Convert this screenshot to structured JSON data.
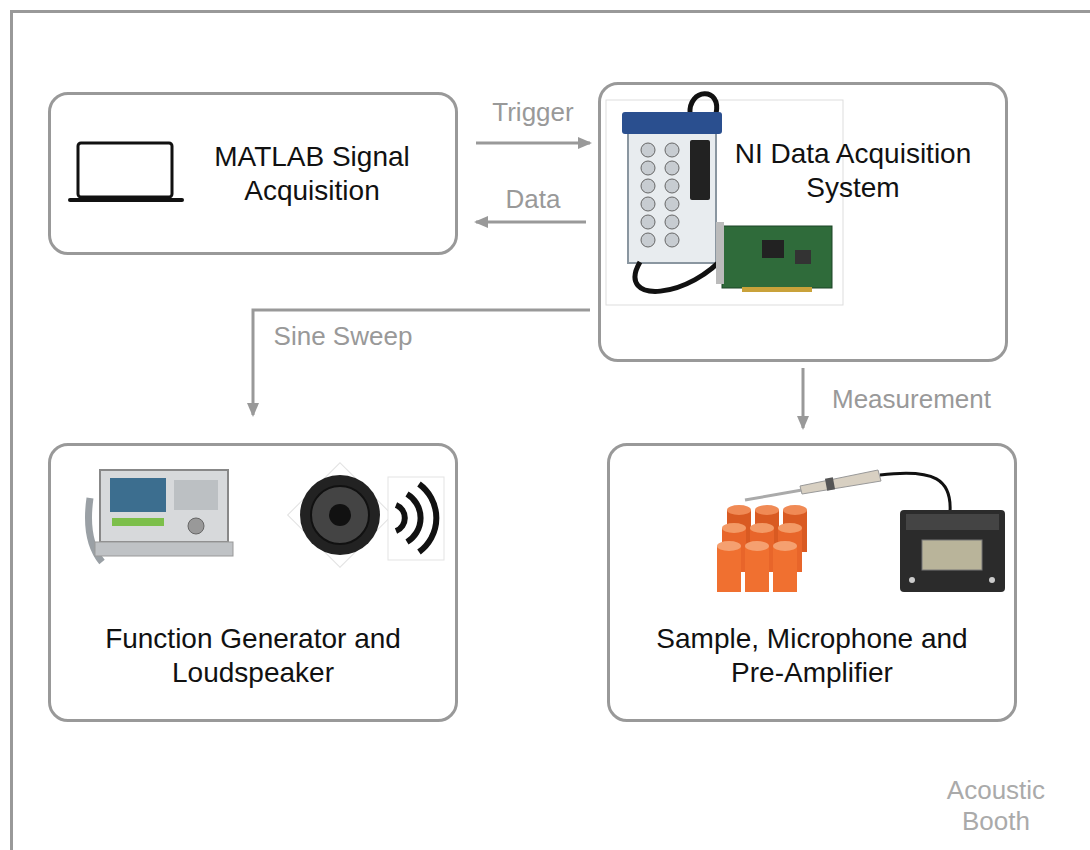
{
  "diagram": {
    "nodes": [
      {
        "text": [
          "Acoustic Booth"
        ]
      },
      {
        "text": [
          "MATLAB Signal Acquisition"
        ],
        "in": 0
      },
      {
        "text": [
          "NI Data Acquisition System"
        ],
        "in": 0
      },
      {
        "text": [
          "Function Generator and Loudspeaker"
        ],
        "in": 0
      },
      {
        "text": [
          "Sample, Microphone and Pre-Amplifier"
        ],
        "in": 0
      }
    ],
    "edges": [
      {
        "from": 1,
        "to": 2,
        "label": "Trigger",
        "arrow": "to"
      },
      {
        "from": 2,
        "to": 1,
        "label": "Data",
        "arrow": "to"
      },
      {
        "from": 2,
        "to": 3,
        "label": "Sine Sweep",
        "arrow": "to"
      },
      {
        "from": 2,
        "to": 4,
        "label": "Measurement",
        "arrow": "to"
      }
    ]
  }
}
